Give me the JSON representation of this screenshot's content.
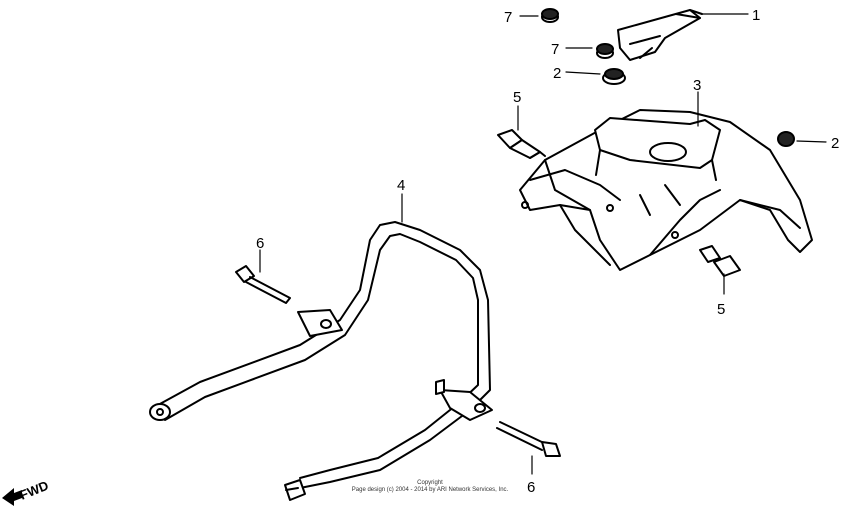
{
  "callouts": [
    {
      "id": "c7a",
      "label": "7"
    },
    {
      "id": "c1",
      "label": "1"
    },
    {
      "id": "c7b",
      "label": "7"
    },
    {
      "id": "c2a",
      "label": "2"
    },
    {
      "id": "c5a",
      "label": "5"
    },
    {
      "id": "c3",
      "label": "3"
    },
    {
      "id": "c2b",
      "label": "2"
    },
    {
      "id": "c4",
      "label": "4"
    },
    {
      "id": "c6a",
      "label": "6"
    },
    {
      "id": "c5b",
      "label": "5"
    },
    {
      "id": "c6b",
      "label": "6"
    }
  ],
  "copyright": {
    "line1": "Copyright",
    "line2": "Page design (c) 2004 - 2014 by ARI Network Services, Inc."
  },
  "fwd_label": "FWD"
}
